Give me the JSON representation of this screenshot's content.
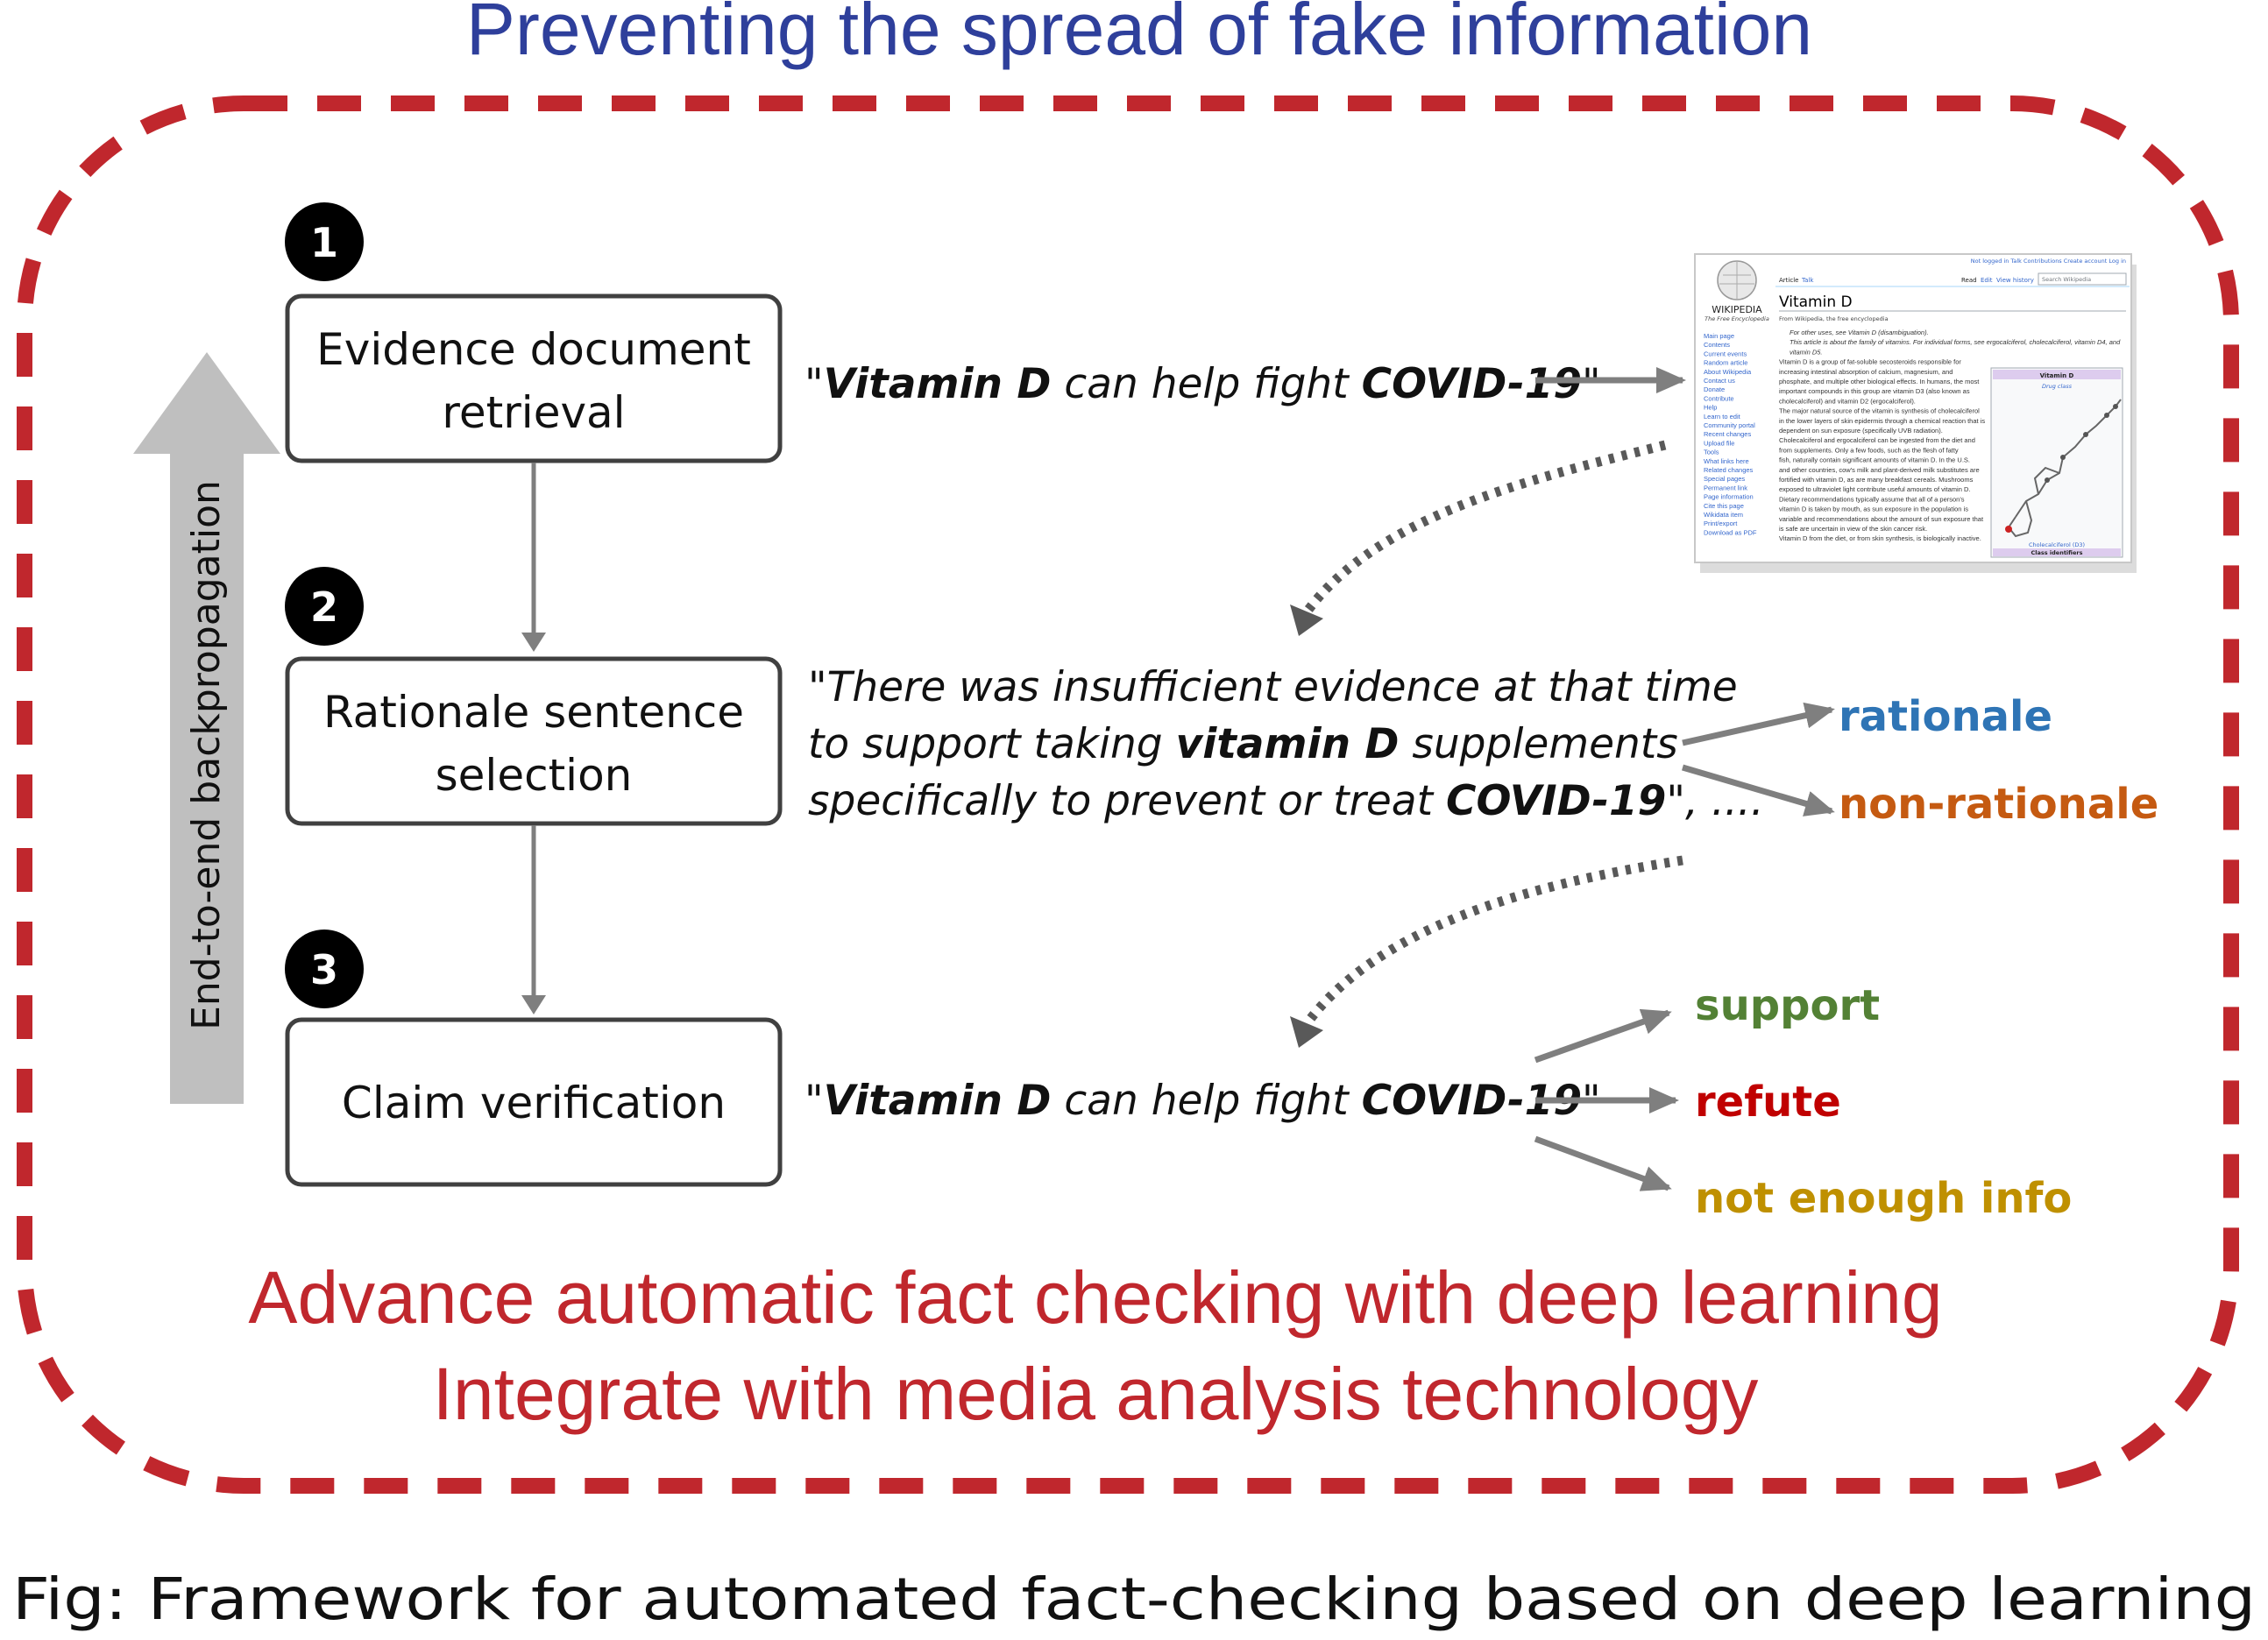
{
  "header": {
    "title": "Preventing the spread of fake information"
  },
  "steps": [
    {
      "number": "1",
      "line1": "Evidence document",
      "line2": "retrieval"
    },
    {
      "number": "2",
      "line1": "Rationale sentence",
      "line2": "selection"
    },
    {
      "number": "3",
      "line1": "Claim verification",
      "line2": ""
    }
  ],
  "backprop_label": "End-to-end backpropagation",
  "claim": {
    "open_quote": "\"",
    "term1": "Vitamin D",
    "middle": " can help fight ",
    "term2": "COVID-19",
    "close_quote": "\""
  },
  "evidence_sentence": {
    "line1": "\"There was insufficient evidence at that time",
    "line2_pre": "to support taking ",
    "line2_bold": "vitamin D",
    "line2_post": " supplements",
    "line3_pre": "specifically to prevent or treat ",
    "line3_bold": "COVID-19",
    "line3_post": "\", ...."
  },
  "rationale_labels": {
    "rationale": "rationale",
    "non_rationale": "non-rationale"
  },
  "verdict_labels": {
    "support": "support",
    "refute": "refute",
    "not_enough_info": "not enough info"
  },
  "wikipedia": {
    "logo_word": "WIKIPEDIA",
    "logo_sub": "The Free Encyclopedia",
    "article_title": "Vitamin D",
    "from_line": "From Wikipedia, the free encyclopedia",
    "tab_article": "Article",
    "tab_talk": "Talk",
    "tab_read": "Read",
    "tab_edit": "Edit",
    "tab_history": "View history",
    "search_placeholder": "Search Wikipedia",
    "user_links": "Not logged in  Talk  Contributions  Create account  Log in",
    "infobox_title": "Vitamin D",
    "infobox_sub": "Drug class",
    "infobox_caption": "Cholecalciferol (D3)",
    "infobox_footer": "Class identifiers",
    "nav_items": [
      "Main page",
      "Contents",
      "Current events",
      "Random article",
      "About Wikipedia",
      "Contact us",
      "Donate",
      "Contribute",
      "Help",
      "Learn to edit",
      "Community portal",
      "Recent changes",
      "Upload file",
      "Tools",
      "What links here",
      "Related changes",
      "Special pages",
      "Permanent link",
      "Page information",
      "Cite this page",
      "Wikidata item",
      "Print/export",
      "Download as PDF"
    ],
    "body_lines": [
      "For other uses, see Vitamin D (disambiguation).",
      "This article is about the family of vitamins. For individual forms, see ergocalciferol, cholecalciferol, vitamin D4, and",
      "vitamin D5.",
      "Vitamin D is a group of fat-soluble secosteroids responsible for",
      "increasing intestinal absorption of calcium, magnesium, and",
      "phosphate, and multiple other biological effects. In humans, the most",
      "important compounds in this group are vitamin D3 (also known as",
      "cholecalciferol) and vitamin D2 (ergocalciferol).",
      "The major natural source of the vitamin is synthesis of cholecalciferol",
      "in the lower layers of skin epidermis through a chemical reaction that is",
      "dependent on sun exposure (specifically UVB radiation).",
      "Cholecalciferol and ergocalciferol can be ingested from the diet and",
      "from supplements. Only a few foods, such as the flesh of fatty",
      "fish, naturally contain significant amounts of vitamin D. In the U.S.",
      "and other countries, cow's milk and plant-derived milk substitutes are",
      "fortified with vitamin D, as are many breakfast cereals. Mushrooms",
      "exposed to ultraviolet light contribute useful amounts of vitamin D.",
      "Dietary recommendations typically assume that all of a person's",
      "vitamin D is taken by mouth, as sun exposure in the population is",
      "variable and recommendations about the amount of sun exposure that",
      "is safe are uncertain in view of the skin cancer risk.",
      "Vitamin D from the diet, or from skin synthesis, is biologically inactive."
    ]
  },
  "footer": {
    "line1": "Advance automatic fact checking with deep learning",
    "line2": "Integrate with media analysis technology"
  },
  "caption": "Fig: Framework for automated fact-checking based on deep learning",
  "colors": {
    "title_blue": "#2e3f9b",
    "dash_red": "#c0272d",
    "footer_red": "#c0272d",
    "rationale_blue": "#2e74b5",
    "non_rationale_orange": "#c55a11",
    "support_green": "#538135",
    "refute_red": "#c00000",
    "nei_gold": "#bf9000",
    "arrow_gray": "#7f7f7f",
    "backprop_gray": "#bfbfbf"
  }
}
